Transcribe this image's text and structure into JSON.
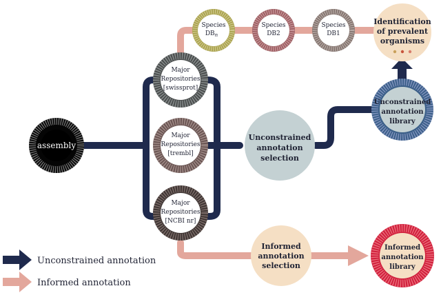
{
  "nodes": {
    "assembly": {
      "label": "assembly"
    },
    "repo_swissprot": {
      "line1": "Major",
      "line2": "Repositories",
      "line3": "[swissprot]"
    },
    "repo_trembl": {
      "line1": "Major",
      "line2": "Repositories",
      "line3": "[trembl]"
    },
    "repo_ncbi": {
      "line1": "Major",
      "line2": "Repositories",
      "line3": "[NCBI nr]"
    },
    "species_dbn": {
      "line1": "Species",
      "line2": "DB",
      "subscript": "n"
    },
    "species_db2": {
      "line1": "Species",
      "line2": "DB2"
    },
    "species_db1": {
      "line1": "Species",
      "line2": "DB1"
    },
    "identification": {
      "line1": "Identification",
      "line2": "of prevalent",
      "line3": "organisms"
    },
    "unconstrained_selection": {
      "line1": "Unconstrained",
      "line2": "annotation",
      "line3": "selection"
    },
    "unconstrained_library": {
      "line1": "Unconstrained",
      "line2": "annotation",
      "line3": "library"
    },
    "informed_selection": {
      "line1": "Informed",
      "line2": "annotation",
      "line3": "selection"
    },
    "informed_library": {
      "line1": "Informed",
      "line2": "annotation",
      "line3": "library"
    }
  },
  "legend": {
    "unconstrained": "Unconstrained annotation",
    "informed": "Informed annotation"
  },
  "colors": {
    "unconstrained_path": "#1f2a4d",
    "informed_path": "#e3a79c",
    "selection_fill": "#c4d1d3",
    "informed_fill": "#f5dfc4",
    "dot1": "#c9a05a",
    "dot2": "#c8543c",
    "dot3": "#d77d6c"
  }
}
